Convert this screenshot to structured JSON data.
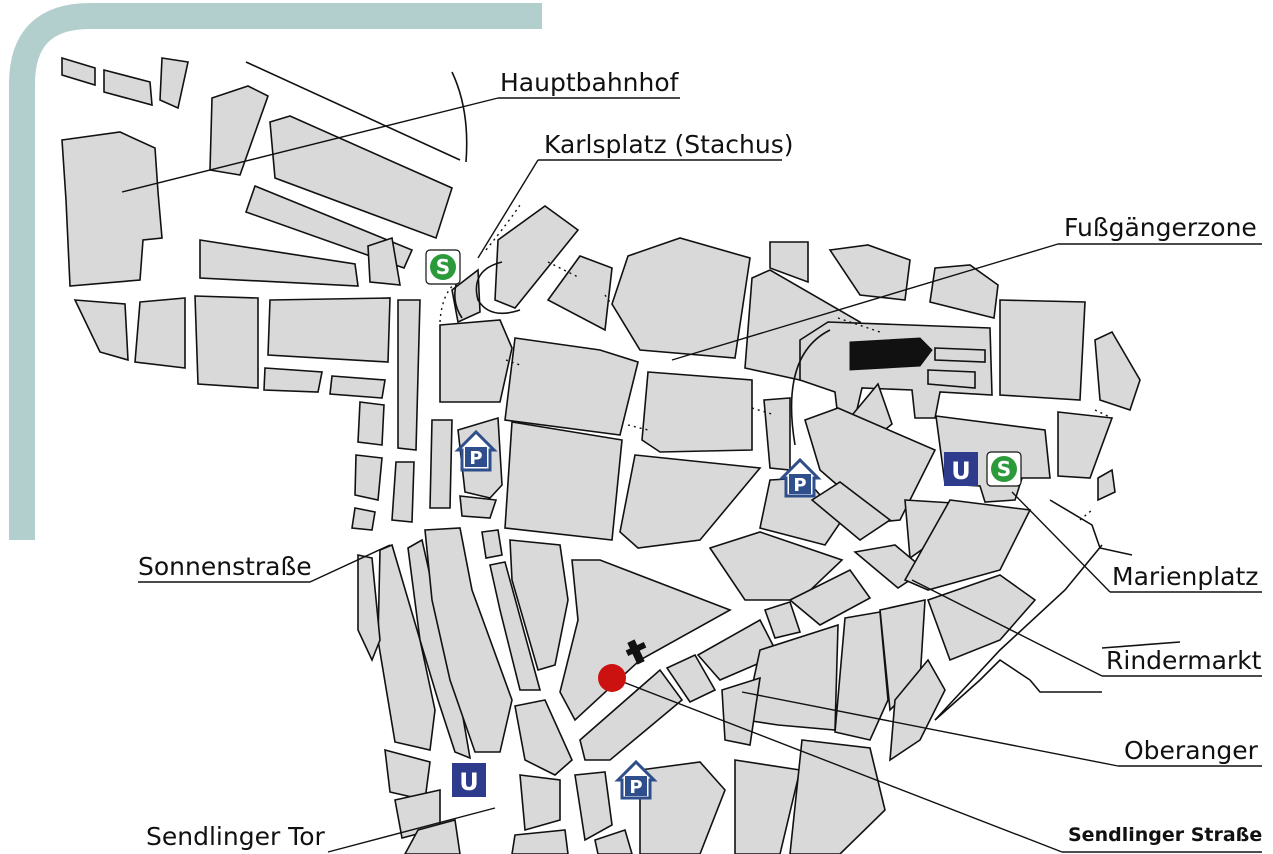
{
  "colors": {
    "frame": "#b3cfcd",
    "block": "#d9d9d9",
    "outline": "#111111",
    "ubahn": "#2e3a8c",
    "sbahn": "#2a9a3a",
    "parking": "#2e4e8c",
    "marker": "#cc1111"
  },
  "labels": {
    "hauptbahnhof": "Hauptbahnhof",
    "karlsplatz": "Karlsplatz (Stachus)",
    "fussgaengerzone": "Fußgängerzone",
    "sonnenstrasse": "Sonnenstraße",
    "marienplatz": "Marienplatz",
    "rindermarkt": "Rindermarkt",
    "oberanger": "Oberanger",
    "sendlinger_tor": "Sendlinger Tor",
    "sendlinger_strasse": "Sendlinger Straße"
  },
  "icons": {
    "ubahn_letter": "U",
    "sbahn_letter": "S",
    "parking_letter": "P"
  },
  "markers": [
    {
      "name": "red-location-dot",
      "meaning": "highlighted location"
    },
    {
      "name": "church-icon",
      "meaning": "church"
    }
  ]
}
